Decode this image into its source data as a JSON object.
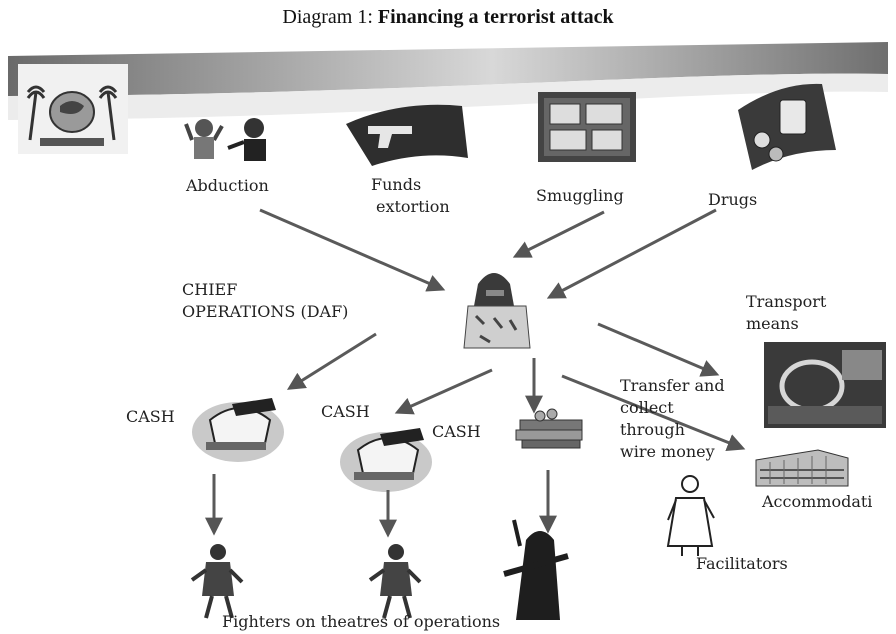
{
  "title": {
    "prefix": "Diagram 1: ",
    "main": "Financing a terrorist attack"
  },
  "sources": {
    "abduction": "Abduction",
    "extortion_1": "Funds",
    "extortion_2": "extortion",
    "smuggling": "Smuggling",
    "drugs": "Drugs"
  },
  "chief": {
    "line1": "CHIEF",
    "line2": "OPERATIONS (DAF)"
  },
  "cash": {
    "left": "CASH",
    "middle_1": "CASH",
    "middle_2": "CASH"
  },
  "transport": {
    "line1": "Transport",
    "line2": "means"
  },
  "transfer": {
    "line1": "Transfer and",
    "line2": "collect",
    "line3": "through",
    "line4": "wire money"
  },
  "accommodation": "Accommodati",
  "facilitators": "Facilitators",
  "fighters": "Fighters on theatres of operations",
  "icons": [
    "emblem-icon",
    "abduction-icon",
    "gun-icon",
    "smuggling-icon",
    "drugs-icon",
    "hooded-chief-icon",
    "cash-bag-icon",
    "money-stack-icon",
    "car-interior-icon",
    "building-icon",
    "facilitator-icon",
    "fighter-icon",
    "armed-fighter-icon"
  ]
}
